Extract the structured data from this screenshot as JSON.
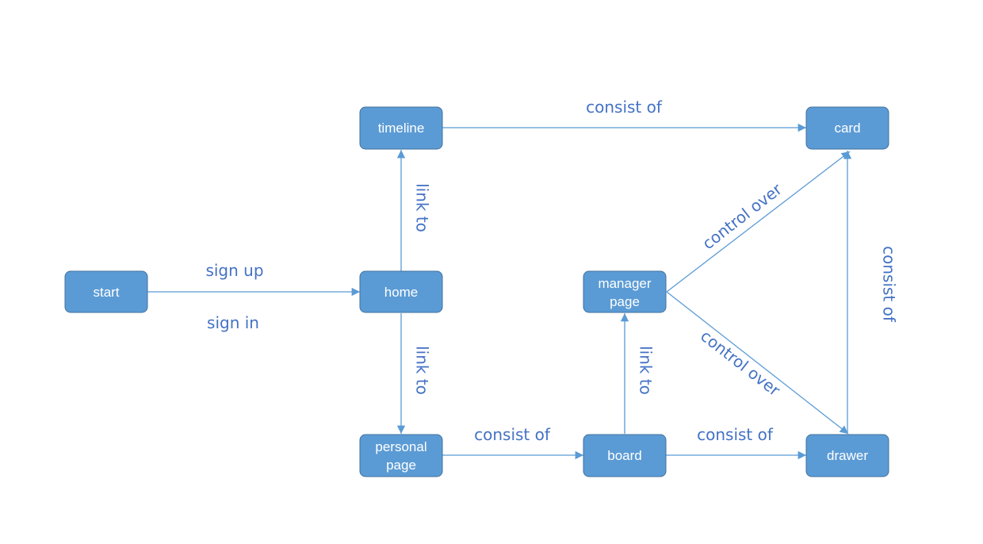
{
  "colors": {
    "node_fill": "#5b9bd5",
    "node_border": "#41719c",
    "node_text": "#ffffff",
    "edge": "#5b9bd5",
    "edge_label": "#4472c4"
  },
  "nodes": {
    "start": [
      "start"
    ],
    "home": [
      "home"
    ],
    "timeline": [
      "timeline"
    ],
    "card": [
      "card"
    ],
    "manager_page": [
      "manager",
      "page"
    ],
    "personal_page": [
      "personal",
      "page"
    ],
    "board": [
      "board"
    ],
    "drawer": [
      "drawer"
    ]
  },
  "edges": {
    "start_home_top": "sign up",
    "start_home_bottom": "sign in",
    "home_timeline": "link to",
    "home_personal": "link to",
    "timeline_card": "consist of",
    "personal_board": "consist of",
    "board_manager": "link to",
    "board_drawer": "consist of",
    "manager_card": "control over",
    "manager_drawer": "control over",
    "drawer_card": "consist of"
  }
}
